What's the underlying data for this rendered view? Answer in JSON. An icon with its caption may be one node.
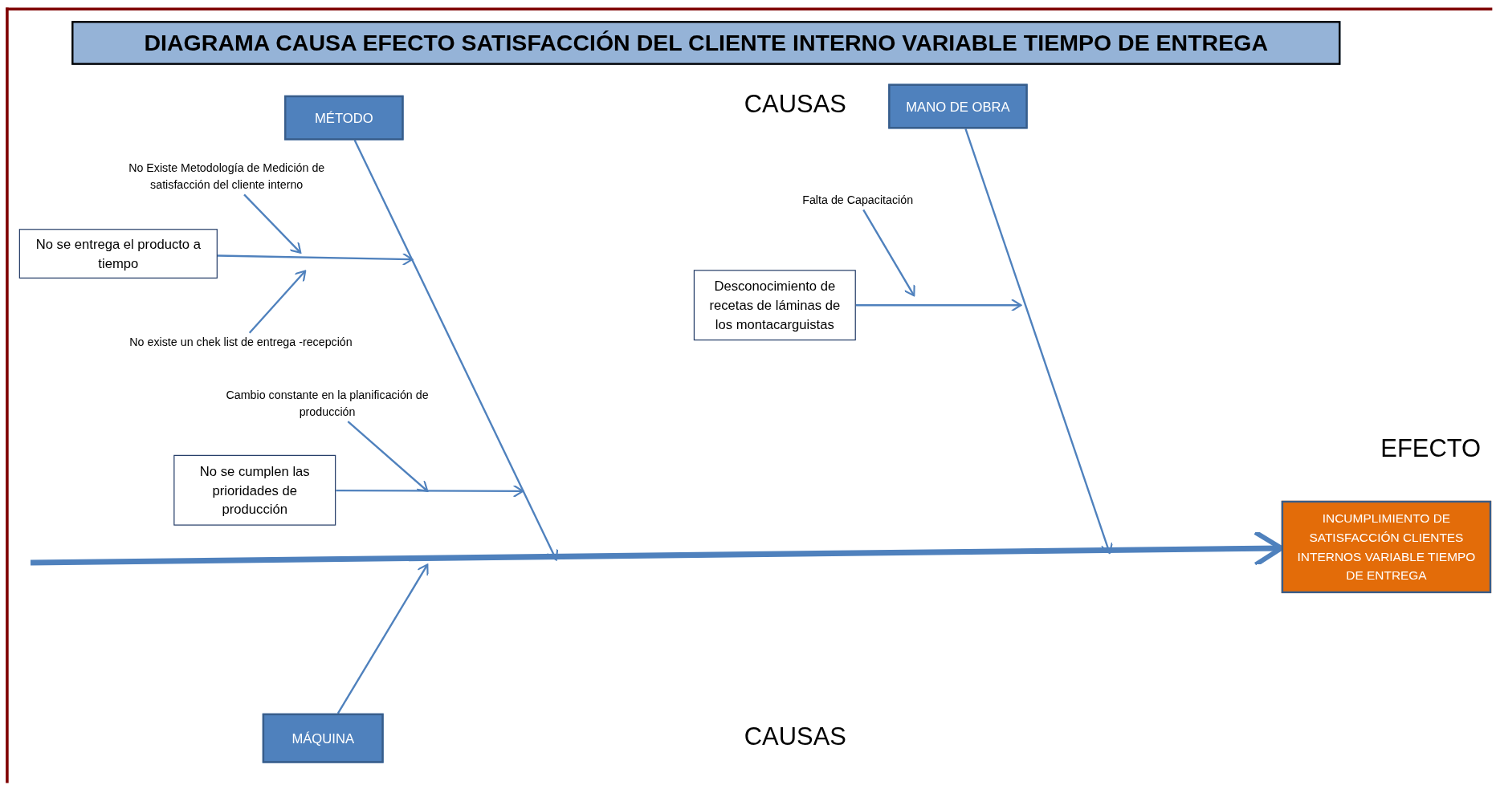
{
  "diagram": {
    "title": "DIAGRAMA CAUSA EFECTO SATISFACCIÓN DEL CLIENTE INTERNO VARIABLE TIEMPO DE ENTREGA",
    "nodes": [
      {
        "text": [
          "MÉTODO"
        ]
      },
      {
        "text": [
          "MANO DE OBRA"
        ]
      },
      {
        "text": [
          "No Existe Metodología de Medición de satisfacción del cliente interno"
        ]
      },
      {
        "text": [
          "No se entrega el producto a tiempo"
        ]
      },
      {
        "text": [
          "No existe un chek list de entrega -recepción"
        ]
      },
      {
        "text": [
          "Falta de Capacitación"
        ]
      },
      {
        "text": [
          "Desconocimiento de recetas de láminas de los montacarguistas"
        ]
      },
      {
        "text": [
          "Cambio constante en la planificación de producción"
        ]
      },
      {
        "text": [
          "No se cumplen las prioridades de producción"
        ]
      },
      {
        "text": [
          "INCUMPLIMIENTO DE SATISFACCIÓN CLIENTES INTERNOS VARIABLE TIEMPO DE ENTREGA"
        ]
      },
      {
        "text": [
          "MÁQUINA"
        ]
      }
    ],
    "edges": [
      {
        "from": null,
        "to": 9,
        "arrow": "to",
        "style": "thick"
      },
      {
        "from": 0,
        "to": null,
        "arrow": "to"
      },
      {
        "from": 1,
        "to": null,
        "arrow": "to"
      },
      {
        "from": 10,
        "to": null,
        "arrow": "to"
      },
      {
        "from": 3,
        "to": null,
        "arrow": "to"
      },
      {
        "from": 2,
        "to": null,
        "arrow": "to"
      },
      {
        "from": 4,
        "to": null,
        "arrow": "to"
      },
      {
        "from": 6,
        "to": null,
        "arrow": "to"
      },
      {
        "from": 5,
        "to": null,
        "arrow": "to"
      },
      {
        "from": 8,
        "to": null,
        "arrow": "to"
      },
      {
        "from": 7,
        "to": null,
        "arrow": "to"
      }
    ],
    "labels": [
      "CAUSAS",
      "EFECTO",
      "CAUSAS"
    ]
  }
}
